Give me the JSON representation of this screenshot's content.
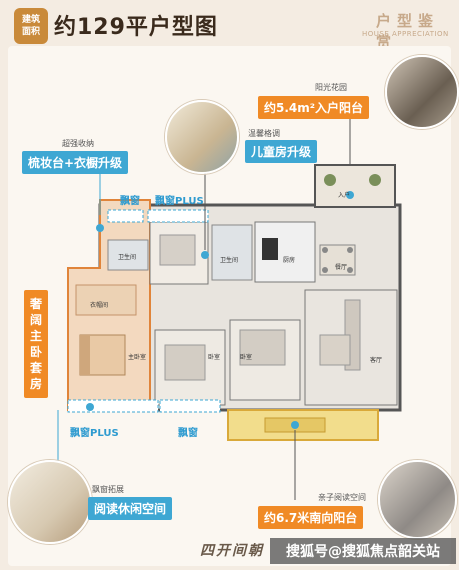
{
  "header": {
    "badge_line1": "建筑",
    "badge_line2": "面积",
    "title": "约129平户型图",
    "subtitle_cn": "户型鉴赏",
    "subtitle_en": "HOUSE APPRECIATION"
  },
  "callouts": {
    "garden_small": "阳光花园",
    "garden_tag": "约5.4m²入户阳台",
    "kids_small": "温馨格调",
    "kids_tag": "儿童房升级",
    "storage_small": "超强收纳",
    "storage_tag": "梳妆台+衣橱升级",
    "master_tag": "奢阔主卧套房",
    "bay_small": "飘窗拓展",
    "bay_tag": "阅读休闲空间",
    "balcony_small": "亲子阅读空间",
    "balcony_tag": "约6.7米南向阳台"
  },
  "bay_labels": {
    "top1": "飘窗",
    "top2": "飘窗PLUS",
    "bottom1": "飘窗PLUS",
    "bottom2": "飘窗"
  },
  "rooms": {
    "entry": "入户",
    "restaurant": "餐厅",
    "living": "客厅",
    "bath1": "卫生间",
    "bath2": "卫生间",
    "master": "主卧室",
    "closet": "衣帽间",
    "bedroom2": "卧室",
    "bedroom3": "卧室",
    "kitchen": "厨房"
  },
  "footer": {
    "banner": "四开间朝",
    "watermark": "搜狐号@搜狐焦点韶关站"
  },
  "colors": {
    "accent_blue": "#3ea7d3",
    "accent_orange": "#f08a25",
    "badge_brown": "#c98a3a"
  }
}
